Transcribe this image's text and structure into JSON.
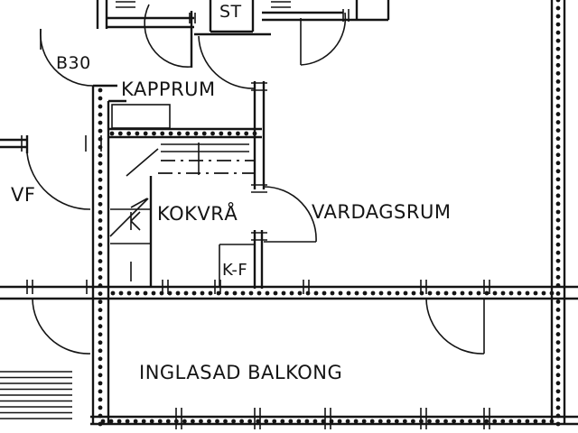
{
  "rooms": {
    "b30": "B30",
    "st": "ST",
    "kapprum": "KAPPRUM",
    "vf": "VF",
    "kokvra": "KOKVRÅ",
    "vardagsrum": "VARDAGSRUM",
    "kf": "K-F",
    "balkong": "INGLASAD BALKONG"
  },
  "colors": {
    "ink": "#141414",
    "paper": "#ffffff"
  }
}
